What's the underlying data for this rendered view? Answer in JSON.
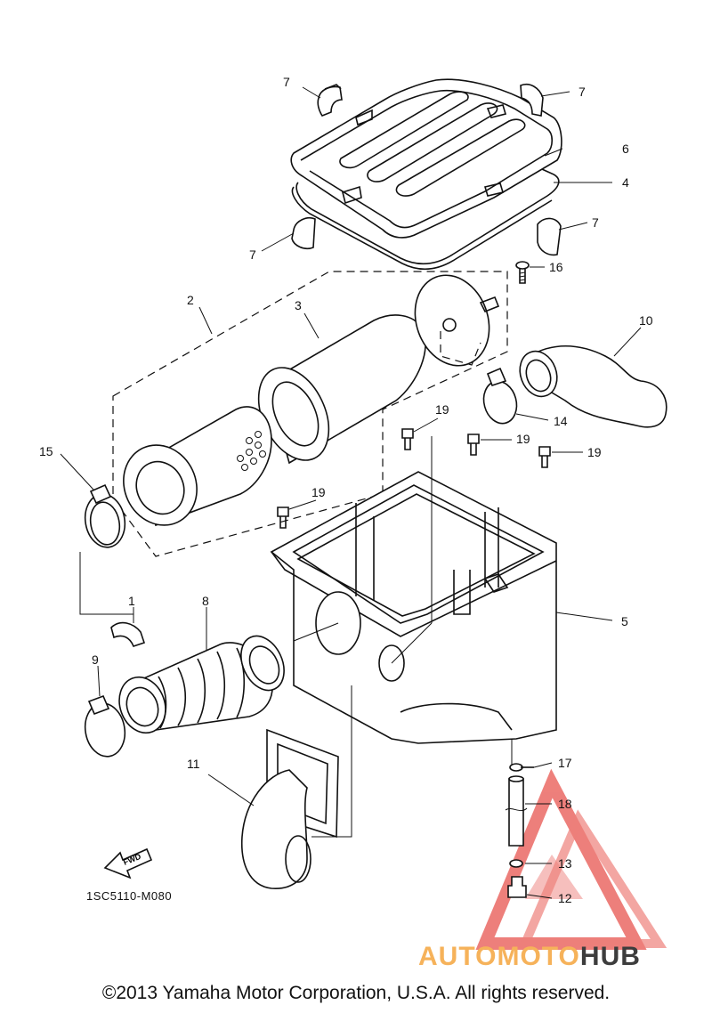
{
  "diagram": {
    "callouts": {
      "c1": "1",
      "c2": "2",
      "c3": "3",
      "c4": "4",
      "c5": "5",
      "c6": "6",
      "c7a": "7",
      "c7b": "7",
      "c7c": "7",
      "c7d": "7",
      "c8": "8",
      "c9": "9",
      "c10": "10",
      "c11": "11",
      "c12": "12",
      "c13": "13",
      "c14": "14",
      "c15": "15",
      "c16": "16",
      "c17": "17",
      "c18": "18",
      "c19a": "19",
      "c19b": "19",
      "c19c": "19",
      "c19d": "19"
    },
    "fwd_label": "FWD",
    "diagram_code": "1SC5110-M080",
    "copyright": "©2013 Yamaha Motor Corporation, U.S.A. All rights reserved."
  },
  "watermark": {
    "text_part1": "AUTOMOTO",
    "text_part2": "HUB",
    "color_primary": "#e8554f",
    "color_secondary": "#f6b25a",
    "color_dark": "#3d3d3d"
  }
}
